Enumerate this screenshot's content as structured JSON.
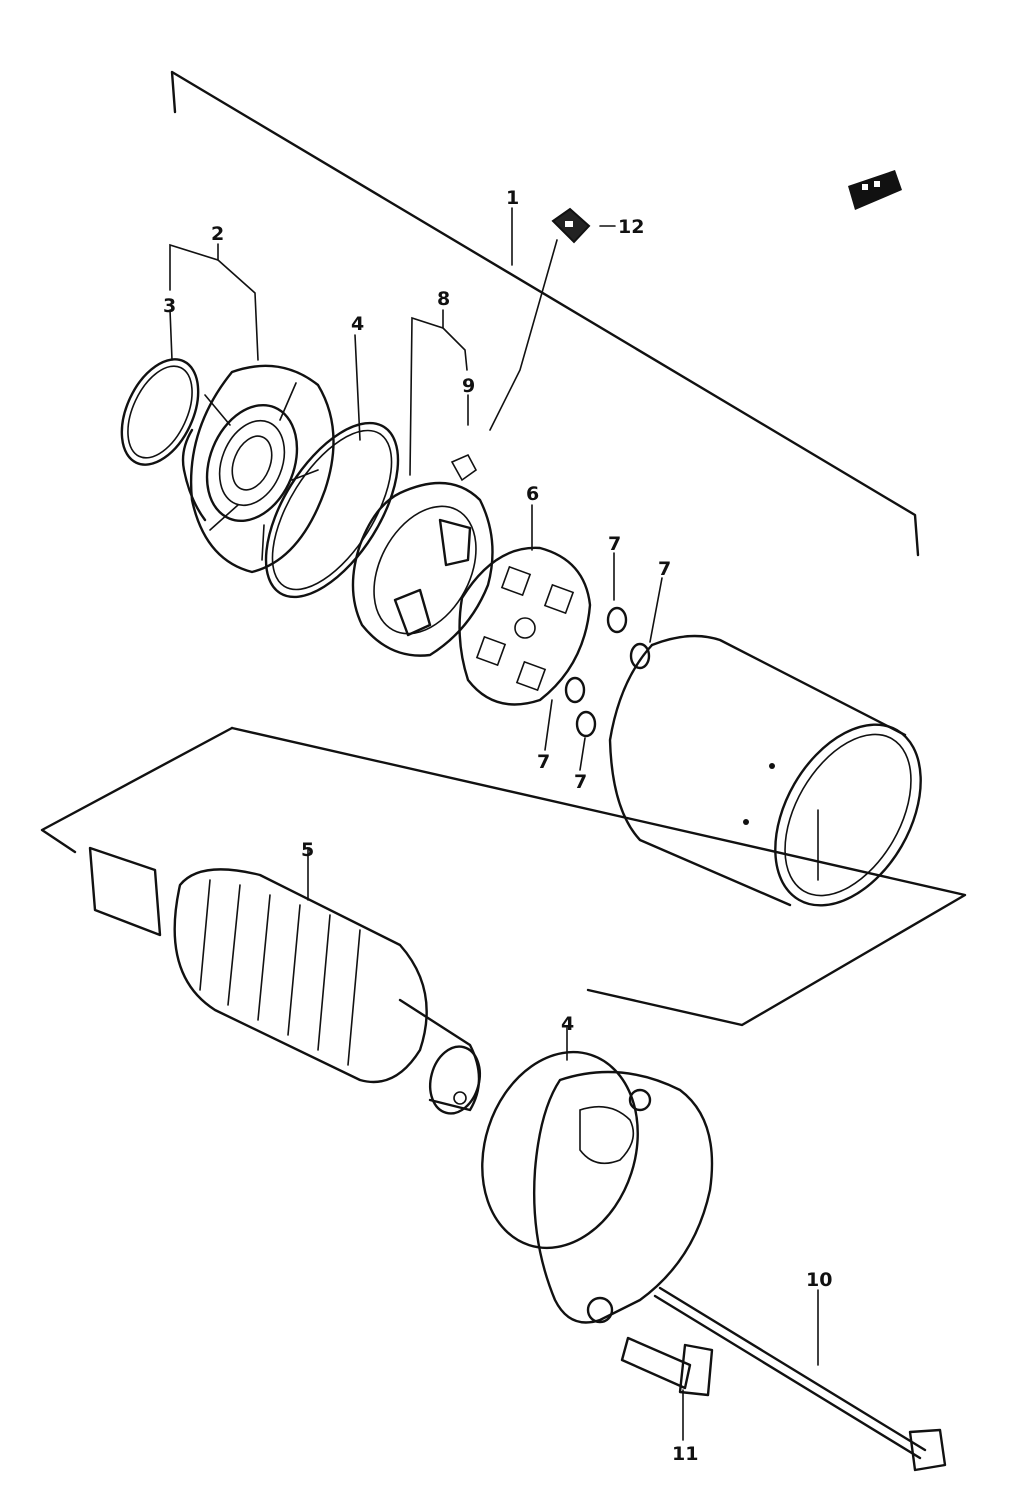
{
  "callouts": {
    "c1": "1",
    "c2": "2",
    "c3": "3",
    "c4a": "4",
    "c4b": "4",
    "c5": "5",
    "c6": "6",
    "c7a": "7",
    "c7b": "7",
    "c7c": "7",
    "c7d": "7",
    "c8": "8",
    "c9": "9",
    "c10": "10",
    "c11": "11",
    "c12": "12"
  },
  "colors": {
    "ink": "#111111",
    "paper": "#ffffff"
  },
  "icons": {
    "orientation_marker": "front-direction-icon"
  }
}
